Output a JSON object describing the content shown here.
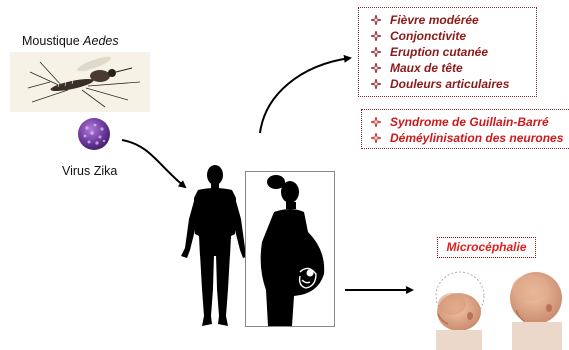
{
  "mosquito": {
    "label_prefix": "Moustique ",
    "label_genus": "Aedes"
  },
  "virus": {
    "label": "Virus Zika"
  },
  "symptoms_box": {
    "items": [
      {
        "text": "Fièvre modérée"
      },
      {
        "text": "Conjonctivite"
      },
      {
        "text": "Eruption cutanée"
      },
      {
        "text": "Maux de tête"
      },
      {
        "text": "Douleurs articulaires"
      }
    ]
  },
  "neuro_box": {
    "items": [
      {
        "text": "Syndrome de Guillain-Barré"
      },
      {
        "text": "Déméylinisation des neurones"
      }
    ]
  },
  "microcephaly": {
    "label": "Microcéphalie"
  },
  "colors": {
    "dark_red": "#8b1a1a",
    "bright_red": "#cc1a1a",
    "label_red": "#e02020",
    "silhouette": "#000000"
  }
}
